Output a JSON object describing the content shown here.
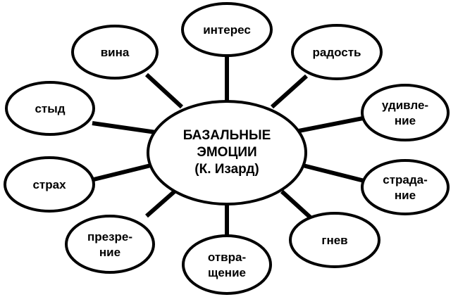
{
  "diagram": {
    "center": {
      "lines": [
        "БАЗАЛЬНЫЕ",
        "ЭМОЦИИ",
        "(К. Изард)"
      ]
    },
    "nodes": [
      {
        "id": "interest",
        "lines": [
          "интерес"
        ]
      },
      {
        "id": "joy",
        "lines": [
          "радость"
        ]
      },
      {
        "id": "surprise",
        "lines": [
          "удивле-",
          "ние"
        ]
      },
      {
        "id": "suffering",
        "lines": [
          "страда-",
          "ние"
        ]
      },
      {
        "id": "anger",
        "lines": [
          "гнев"
        ]
      },
      {
        "id": "disgust",
        "lines": [
          "отвра-",
          "щение"
        ]
      },
      {
        "id": "contempt",
        "lines": [
          "презре-",
          "ние"
        ]
      },
      {
        "id": "fear",
        "lines": [
          "страх"
        ]
      },
      {
        "id": "shame",
        "lines": [
          "стыд"
        ]
      },
      {
        "id": "guilt",
        "lines": [
          "вина"
        ]
      }
    ]
  }
}
